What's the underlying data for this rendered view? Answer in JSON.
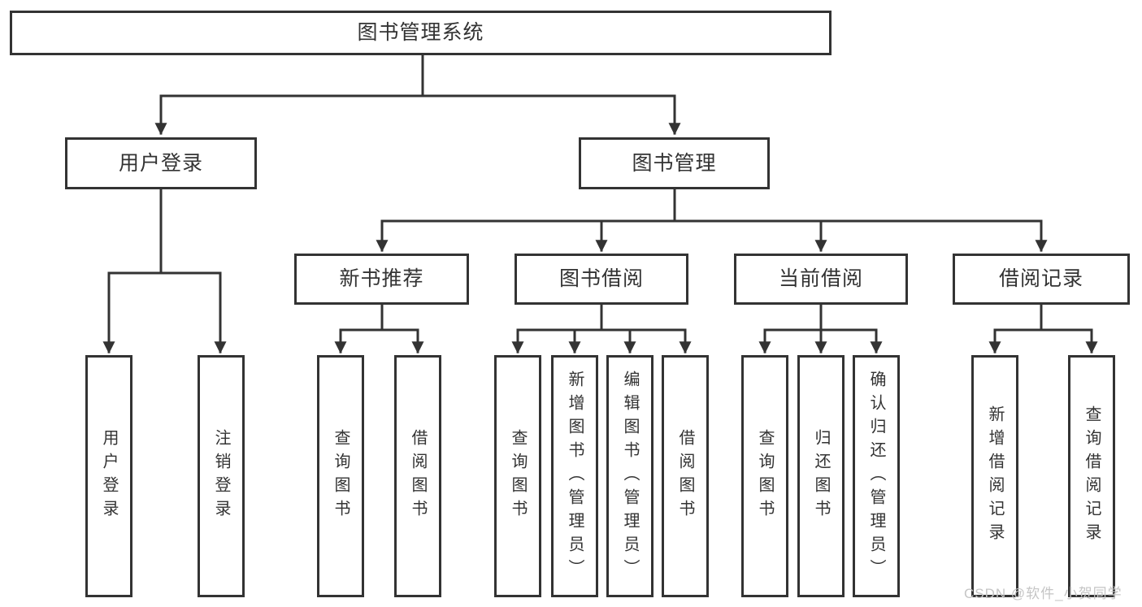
{
  "tree": {
    "root": {
      "label": "图书管理系统"
    },
    "children": [
      {
        "label": "用户登录",
        "children": [
          {
            "label": "用户登录"
          },
          {
            "label": "注销登录"
          }
        ]
      },
      {
        "label": "图书管理",
        "children": [
          {
            "label": "新书推荐",
            "children": [
              {
                "label": "查询图书"
              },
              {
                "label": "借阅图书"
              }
            ]
          },
          {
            "label": "图书借阅",
            "children": [
              {
                "label": "查询图书"
              },
              {
                "label": "新增图书（管理员）"
              },
              {
                "label": "编辑图书（管理员）"
              },
              {
                "label": "借阅图书"
              }
            ]
          },
          {
            "label": "当前借阅",
            "children": [
              {
                "label": "查询图书"
              },
              {
                "label": "归还图书"
              },
              {
                "label": "确认归还（管理员）"
              }
            ]
          },
          {
            "label": "借阅记录",
            "children": [
              {
                "label": "新增借阅记录"
              },
              {
                "label": "查询借阅记录"
              }
            ]
          }
        ]
      }
    ]
  },
  "watermark": {
    "text": "CSDN @软件_小贺同学"
  },
  "colors": {
    "line": "#333333",
    "box_border": "#333333",
    "text": "#333333",
    "watermark": "#c5c5c5",
    "background": "#ffffff"
  }
}
